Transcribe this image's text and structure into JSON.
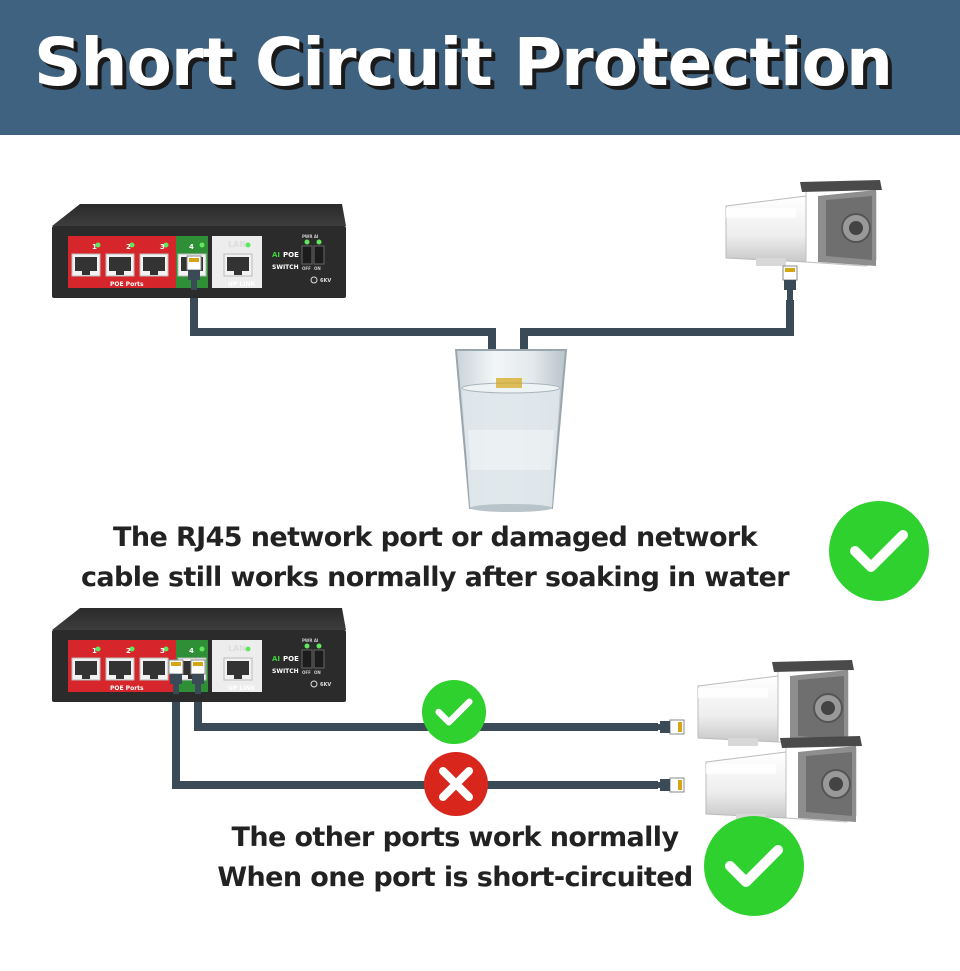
{
  "title": "Short Circuit Protection",
  "switch": {
    "port_labels": [
      "1",
      "2",
      "3",
      "4",
      "LAN"
    ],
    "poe_ports_label": "POE Ports",
    "uplink_label": "UP LINK",
    "brand_ai": "AI",
    "brand_poe": "POE",
    "brand_switch": "SWITCH",
    "dip_label": "PWR AI",
    "dip_off": "OFF",
    "dip_on": "ON",
    "surge_label": "6KV"
  },
  "section_top": {
    "caption_line1": "The RJ45 network port or damaged network",
    "caption_line2": "cable still works normally after soaking in water",
    "status_icon": "check-icon"
  },
  "section_bottom": {
    "caption_line1": "The other ports work normally",
    "caption_line2": "When one port is short-circuited",
    "status_icon": "check-icon",
    "line1_status_icon": "check-icon",
    "line2_status_icon": "cross-icon"
  },
  "colors": {
    "banner": "#3f6280",
    "cable": "#3b4a57",
    "ok_green": "#2fd12f",
    "error_red": "#d9261c",
    "port_red": "#d7262b",
    "port_green": "#2e8f36"
  }
}
